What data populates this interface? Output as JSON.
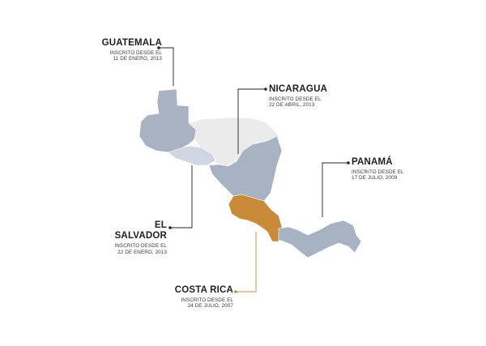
{
  "colors": {
    "member": "#a7b2c3",
    "member_light": "#cfd6e2",
    "non_member": "#ebebeb",
    "highlight": "#c98b3a",
    "leader_dark": "#222222",
    "leader_highlight": "#c98b3a"
  },
  "countries": [
    {
      "id": "guatemala",
      "name": "GUATEMALA",
      "line1": "INSCRITO DESDE EL",
      "line2": "11 DE ENERO, 2013"
    },
    {
      "id": "nicaragua",
      "name": "NICARAGUA",
      "line1": "INSCRITO DESDE EL",
      "line2": "22 DE ABRIL, 2013"
    },
    {
      "id": "panama",
      "name": "PANAMÁ",
      "line1": "INSCRITO DESDE EL",
      "line2": "17 DE JULIO, 2009"
    },
    {
      "id": "elsalvador",
      "name": "EL SALVADOR",
      "line1": "INSCRITO DESDE EL",
      "line2": "22 DE ENERO, 2013"
    },
    {
      "id": "costarica",
      "name": "COSTA RICA",
      "line1": "INSCRITO DESDE EL",
      "line2": "24 DE JULIO, 2007"
    }
  ]
}
